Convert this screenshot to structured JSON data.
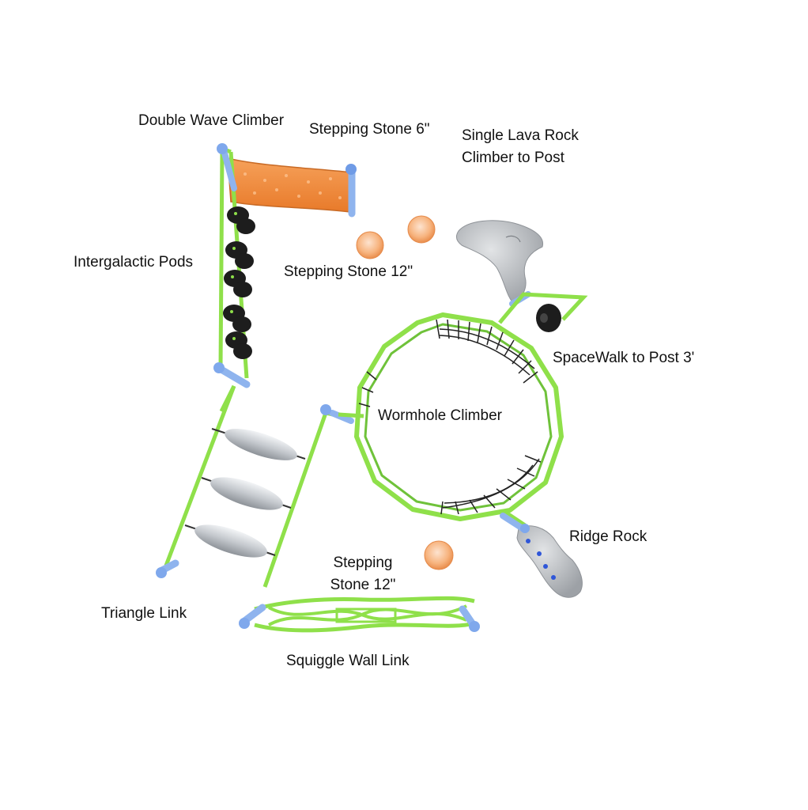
{
  "labels": {
    "double_wave_climber": "Double Wave Climber",
    "stepping_stone_6": "Stepping Stone 6\"",
    "single_lava_rock_line1": "Single Lava Rock",
    "single_lava_rock_line2": "Climber to Post",
    "intergalactic_pods": "Intergalactic Pods",
    "stepping_stone_12_top": "Stepping Stone 12\"",
    "spacewalk_to_post": "SpaceWalk to Post 3'",
    "wormhole_climber": "Wormhole Climber",
    "ridge_rock": "Ridge Rock",
    "stepping_stone_12_bottom_line1": "Stepping",
    "stepping_stone_12_bottom_line2": "Stone 12\"",
    "triangle_link": "Triangle Link",
    "squiggle_wall_link": "Squiggle Wall Link"
  },
  "colors": {
    "frame_green": "#8fe04a",
    "frame_green_dark": "#5fb52a",
    "post_blue": "#8fb4ee",
    "wall_orange": "#f08a3a",
    "stone_orange": "#f6b07c",
    "rock_gray": "#b9bcc0",
    "pod_black": "#1d1d1d",
    "rung_silver": "#cfd3d8"
  }
}
